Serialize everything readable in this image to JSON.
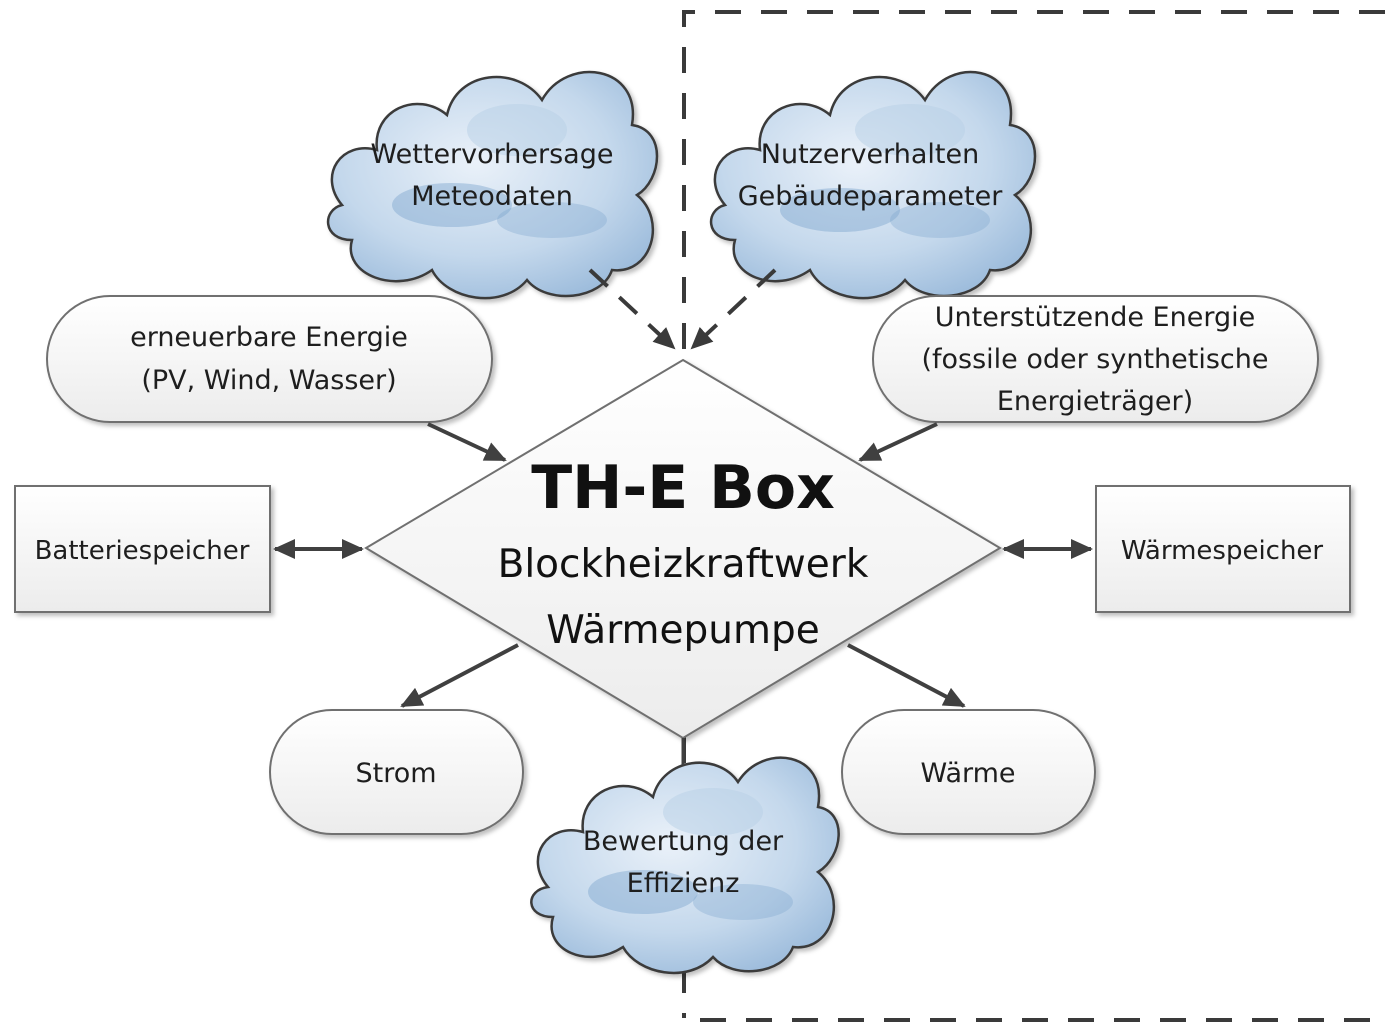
{
  "center": {
    "title": "TH-E Box",
    "line1": "Blockheizkraftwerk",
    "line2": "Wärmepumpe"
  },
  "clouds": {
    "weather": [
      "Wettervorhersage",
      "Meteodaten"
    ],
    "user": [
      "Nutzerverhalten",
      "Gebäudeparameter"
    ],
    "evaluation": [
      "Bewertung der",
      "Effizienz"
    ]
  },
  "inputs": {
    "renewable": [
      "erneuerbare Energie",
      "(PV, Wind, Wasser)"
    ],
    "supporting": [
      "Unterstützende Energie",
      "(fossile oder synthetische",
      "Energieträger)"
    ]
  },
  "storage": {
    "battery": "Batteriespeicher",
    "heat": "Wärmespeicher"
  },
  "outputs": {
    "power": "Strom",
    "heat": "Wärme"
  },
  "colors": {
    "cloud_light": "#dbe8f4",
    "cloud_mid": "#a9c5e0",
    "cloud_dark": "#6f98c6",
    "cloud_stroke": "#3b3b3b",
    "shape_fill_top": "#ffffff",
    "shape_fill_bottom": "#eeeeee",
    "shape_stroke": "#707070"
  }
}
